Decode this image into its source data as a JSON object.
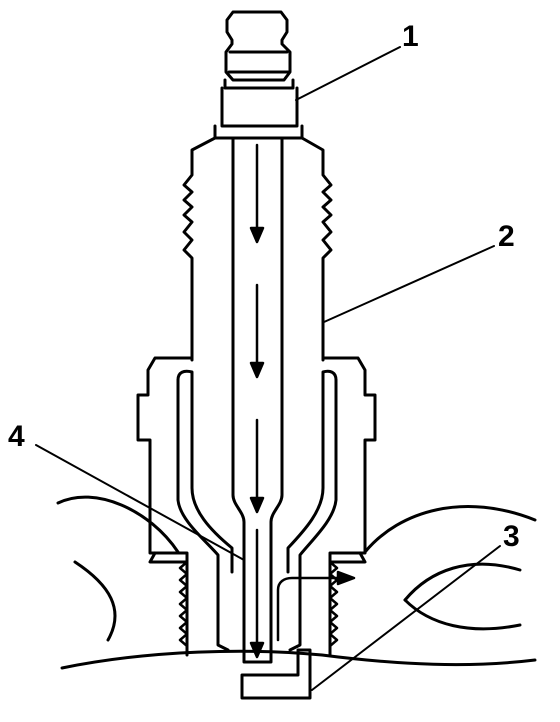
{
  "callouts": [
    {
      "id": "1",
      "text": "1"
    },
    {
      "id": "2",
      "text": "2"
    },
    {
      "id": "3",
      "text": "3"
    },
    {
      "id": "4",
      "text": "4"
    }
  ],
  "colors": {
    "ink": "#000000",
    "background": "#ffffff"
  }
}
